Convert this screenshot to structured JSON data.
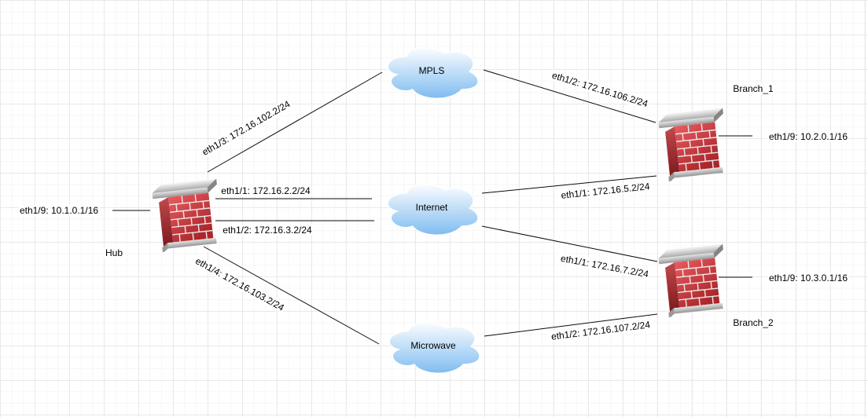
{
  "nodes": {
    "hub": {
      "type": "firewall",
      "label": "Hub",
      "interface": "eth1/9: 10.1.0.1/16"
    },
    "branch_1": {
      "type": "firewall",
      "label": "Branch_1",
      "interface": "eth1/9: 10.2.0.1/16"
    },
    "branch_2": {
      "type": "firewall",
      "label": "Branch_2",
      "interface": "eth1/9: 10.3.0.1/16"
    },
    "mpls": {
      "type": "cloud",
      "label": "MPLS"
    },
    "internet": {
      "type": "cloud",
      "label": "Internet"
    },
    "microwave": {
      "type": "cloud",
      "label": "Microwave"
    }
  },
  "links": [
    {
      "from": "Hub",
      "to": "MPLS",
      "label": "eth1/3: 172.16.102.2/24"
    },
    {
      "from": "Hub",
      "to": "Internet",
      "label": "eth1/1: 172.16.2.2/24"
    },
    {
      "from": "Hub",
      "to": "Internet",
      "label": "eth1/2: 172.16.3.2/24"
    },
    {
      "from": "Hub",
      "to": "Microwave",
      "label": "eth1/4: 172.16.103.2/24"
    },
    {
      "from": "MPLS",
      "to": "Branch_1",
      "label": "eth1/2: 172.16.106.2/24"
    },
    {
      "from": "Internet",
      "to": "Branch_1",
      "label": "eth1/1: 172.16.5.2/24"
    },
    {
      "from": "Internet",
      "to": "Branch_2",
      "label": "eth1/1: 172.16.7.2/24"
    },
    {
      "from": "Microwave",
      "to": "Branch_2",
      "label": "eth1/2: 172.16.107.2/24"
    }
  ],
  "colors": {
    "link": "#0a0a0a",
    "cloud_gradient_top": "#fdfeff",
    "cloud_gradient_bottom": "#7fbcf0",
    "brick_red": "#cb3a3f",
    "grid_major": "#e9e9e9",
    "grid_minor": "#f6f6f6"
  }
}
